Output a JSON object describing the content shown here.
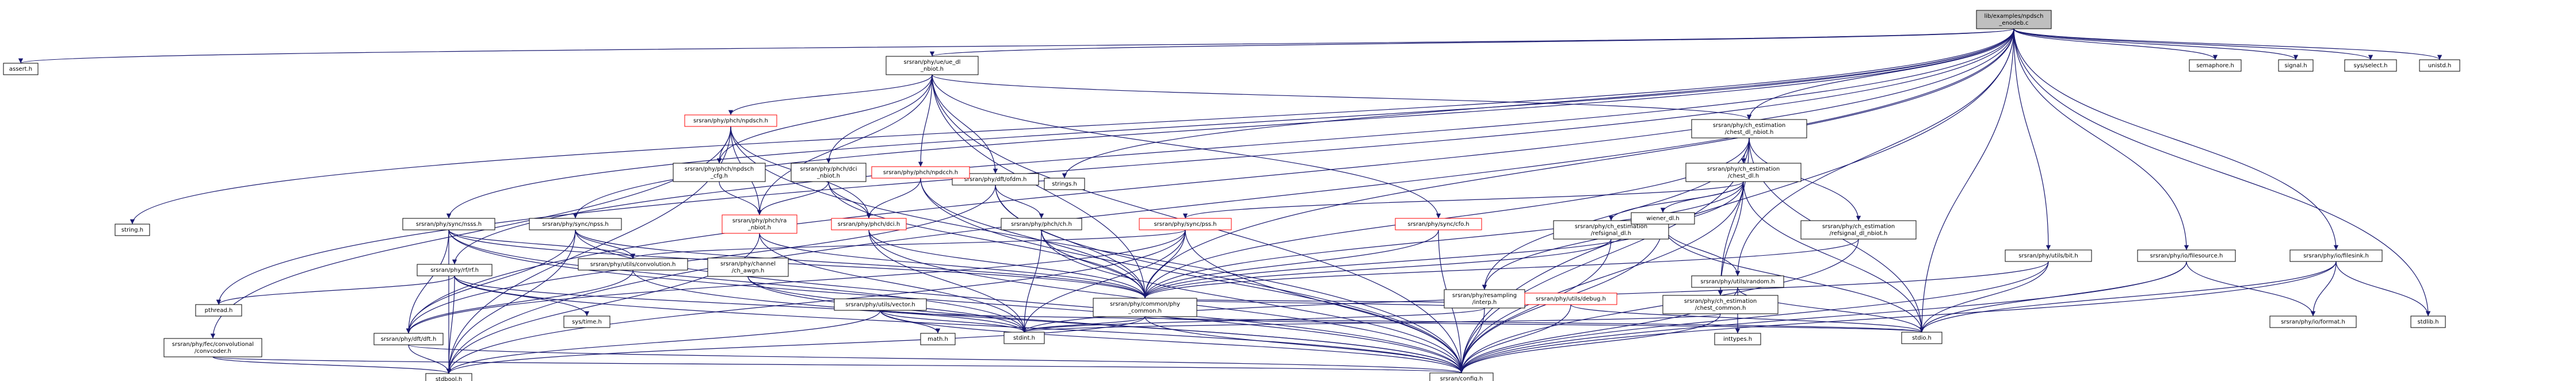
{
  "graph": {
    "root": "lib/examples/npdsch_enodeb.c",
    "nodes": [
      {
        "id": "root",
        "label": [
          "lib/examples/npdsch",
          "_enodeb.c"
        ],
        "style": "root"
      },
      {
        "id": "assert",
        "label": [
          "assert.h"
        ],
        "style": "leaf"
      },
      {
        "id": "phych",
        "label": [
          "srsran/phy/ch_estimation",
          "/chest_dl_nbiot.h"
        ],
        "style": "normal"
      },
      {
        "id": "dftbase",
        "label": [
          "srsran/phy/dft/ofdm.h"
        ],
        "style": "normal"
      },
      {
        "id": "phycommon",
        "label": [
          "srsran/phy/common/phy",
          "_common.h"
        ],
        "style": "normal"
      },
      {
        "id": "config",
        "label": [
          "srsran/config.h"
        ],
        "style": "normal"
      },
      {
        "id": "stdbool",
        "label": [
          "stdbool.h"
        ],
        "style": "leaf"
      },
      {
        "id": "stdint",
        "label": [
          "stdint.h"
        ],
        "style": "leaf"
      },
      {
        "id": "stdio",
        "label": [
          "stdio.h"
        ],
        "style": "leaf"
      },
      {
        "id": "nbiotue",
        "label": [
          "srsran/phy/ue/ue_dl",
          "_nbiot.h"
        ],
        "style": "normal"
      },
      {
        "id": "dftdft",
        "label": [
          "srsran/phy/dft/dft.h"
        ],
        "style": "normal"
      },
      {
        "id": "phyutilsvector",
        "label": [
          "srsran/phy/utils/vector.h"
        ],
        "style": "normal"
      },
      {
        "id": "mathh",
        "label": [
          "math.h"
        ],
        "style": "leaf"
      },
      {
        "id": "npdsch",
        "label": [
          "srsran/phy/phch/npdsch.h"
        ],
        "style": "missing"
      },
      {
        "id": "npdschcfg",
        "label": [
          "srsran/phy/phch/npdsch",
          "_cfg.h"
        ],
        "style": "normal"
      },
      {
        "id": "ra",
        "label": [
          "srsran/phy/phch/ra",
          "_nbiot.h"
        ],
        "style": "missing"
      },
      {
        "id": "dci",
        "label": [
          "srsran/phy/phch/dci.h"
        ],
        "style": "missing"
      },
      {
        "id": "dcinbiot",
        "label": [
          "srsran/phy/phch/dci",
          "_nbiot.h"
        ],
        "style": "normal"
      },
      {
        "id": "npdcch",
        "label": [
          "srsran/phy/phch/npdcch.h"
        ],
        "style": "missing"
      },
      {
        "id": "chest",
        "label": [
          "srsran/phy/ch_estimation",
          "/chest_dl.h"
        ],
        "style": "normal"
      },
      {
        "id": "refsignal",
        "label": [
          "srsran/phy/ch_estimation",
          "/refsignal_dl.h"
        ],
        "style": "normal"
      },
      {
        "id": "refnbiot",
        "label": [
          "srsran/phy/ch_estimation",
          "/refsignal_dl_nbiot.h"
        ],
        "style": "normal"
      },
      {
        "id": "wiener",
        "label": [
          "wiener_dl.h"
        ],
        "style": "normal"
      },
      {
        "id": "chestcommon",
        "label": [
          "srsran/phy/ch_estimation",
          "/chest_common.h"
        ],
        "style": "normal"
      },
      {
        "id": "pss",
        "label": [
          "srsran/phy/sync/pss.h"
        ],
        "style": "missing"
      },
      {
        "id": "cfo",
        "label": [
          "srsran/phy/sync/cfo.h"
        ],
        "style": "missing"
      },
      {
        "id": "interp",
        "label": [
          "srsran/phy/resampling",
          "/interp.h"
        ],
        "style": "normal"
      },
      {
        "id": "debug",
        "label": [
          "srsran/phy/utils/debug.h"
        ],
        "style": "missing"
      },
      {
        "id": "random",
        "label": [
          "srsran/phy/utils/random.h"
        ],
        "style": "normal"
      },
      {
        "id": "inttypes",
        "label": [
          "inttypes.h"
        ],
        "style": "leaf"
      },
      {
        "id": "nsss",
        "label": [
          "srsran/phy/sync/nsss.h"
        ],
        "style": "normal"
      },
      {
        "id": "npss",
        "label": [
          "srsran/phy/sync/npss.h"
        ],
        "style": "normal"
      },
      {
        "id": "convolution",
        "label": [
          "srsran/phy/utils/convolution.h"
        ],
        "style": "normal"
      },
      {
        "id": "chawgn",
        "label": [
          "srsran/phy/channel",
          "/ch_awgn.h"
        ],
        "style": "normal"
      },
      {
        "id": "fir",
        "label": [
          "srsran/phy/phch/ch.h"
        ],
        "style": "normal"
      },
      {
        "id": "rfnh",
        "label": [
          "srsran/phy/rf/rf.h"
        ],
        "style": "normal"
      },
      {
        "id": "pthread",
        "label": [
          "pthread.h"
        ],
        "style": "leaf"
      },
      {
        "id": "convcoder",
        "label": [
          "srsran/phy/fec/convolutional",
          "/convcoder.h"
        ],
        "style": "normal"
      },
      {
        "id": "systime",
        "label": [
          "sys/time.h"
        ],
        "style": "leaf"
      },
      {
        "id": "stringh",
        "label": [
          "string.h"
        ],
        "style": "leaf"
      },
      {
        "id": "stringsh",
        "label": [
          "strings.h"
        ],
        "style": "leaf"
      },
      {
        "id": "bit",
        "label": [
          "srsran/phy/utils/bit.h"
        ],
        "style": "normal"
      },
      {
        "id": "filesource",
        "label": [
          "srsran/phy/io/filesource.h"
        ],
        "style": "normal"
      },
      {
        "id": "filesink",
        "label": [
          "srsran/phy/io/filesink.h"
        ],
        "style": "normal"
      },
      {
        "id": "format",
        "label": [
          "srsran/phy/io/format.h"
        ],
        "style": "normal"
      },
      {
        "id": "stdlib",
        "label": [
          "stdlib.h"
        ],
        "style": "leaf"
      },
      {
        "id": "semaphore",
        "label": [
          "semaphore.h"
        ],
        "style": "leaf"
      },
      {
        "id": "signal",
        "label": [
          "signal.h"
        ],
        "style": "leaf"
      },
      {
        "id": "sysselect",
        "label": [
          "sys/select.h"
        ],
        "style": "leaf"
      },
      {
        "id": "unistd",
        "label": [
          "unistd.h"
        ],
        "style": "leaf"
      }
    ]
  },
  "colors": {
    "edge": "#191970",
    "node_border": "#000000",
    "missing_border": "#ff0000",
    "root_fill": "#bfbfbf",
    "background": "#ffffff"
  }
}
